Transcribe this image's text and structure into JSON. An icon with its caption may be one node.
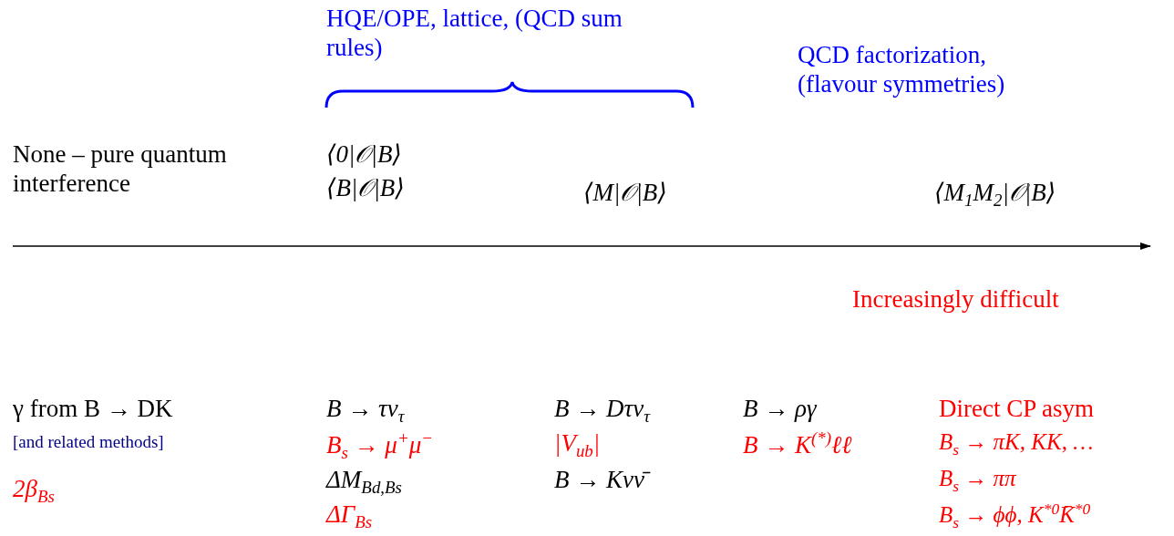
{
  "diagram": {
    "labels": [
      "HQE/OPE, lattice, (QCD sum rules)",
      "QCD factorization, (flavour symmetries)",
      "None – pure quantum interference",
      "⟨0|𝒪|B⟩",
      "⟨B|𝒪|B⟩",
      "⟨M|𝒪|B⟩",
      "⟨M$_{1}$M$_{2}$|𝒪|B⟩",
      "Increasingly difficult",
      "γ from B → DK",
      "[and related methods]",
      "2β$_{Bs}$",
      "B → τν$_{τ}$",
      "B$_{s}$ → μ$^{+}$μ$^{−}$",
      "ΔM$_{Bd,Bs}$",
      "ΔΓ$_{Bs}$",
      "B → Dτν$_{τ}$",
      "|V$_{ub}$|",
      "B → Kνν̄",
      "B → ργ",
      "B → K$^{(*)}$ℓℓ",
      "Direct CP asym",
      "B$_{s}$ → πK, KK, …",
      "B$_{s}$ → ππ",
      "B$_{s}$ → ϕϕ, K$^{*0}$K̄$^{*0}$"
    ]
  }
}
